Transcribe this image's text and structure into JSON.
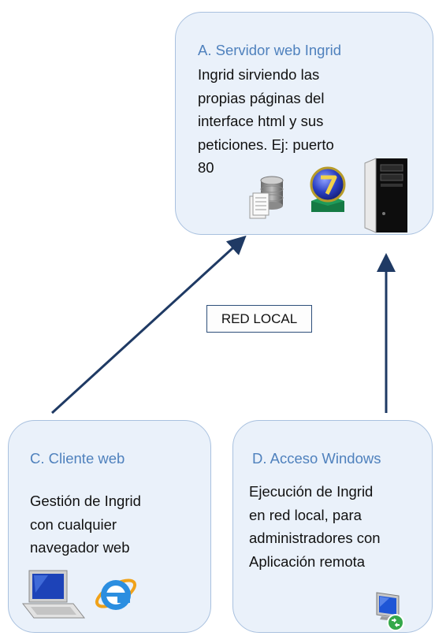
{
  "nodes": {
    "a": {
      "title": "A. Servidor web Ingrid",
      "body": "Ingrid sirviendo las\npropias páginas del\ninterface html y sus\npeticiones. Ej: puerto\n80",
      "icons": [
        "database-icon",
        "version-7-logo-icon",
        "server-tower-icon"
      ]
    },
    "c": {
      "title": "C. Cliente web",
      "body": "Gestión de Ingrid\ncon cualquier\nnavegador web",
      "icons": [
        "laptop-icon",
        "internet-explorer-icon"
      ]
    },
    "d": {
      "title": "D. Acceso Windows",
      "body": "Ejecución de Ingrid\nen red local, para\nadministradores con\nAplicación remota",
      "icons": [
        "remote-desktop-icon"
      ]
    }
  },
  "connector_label": "RED LOCAL",
  "colors": {
    "box_fill": "#eaf1fa",
    "box_border": "#a9c1df",
    "title": "#4f81bd",
    "arrow": "#1f3a64"
  }
}
